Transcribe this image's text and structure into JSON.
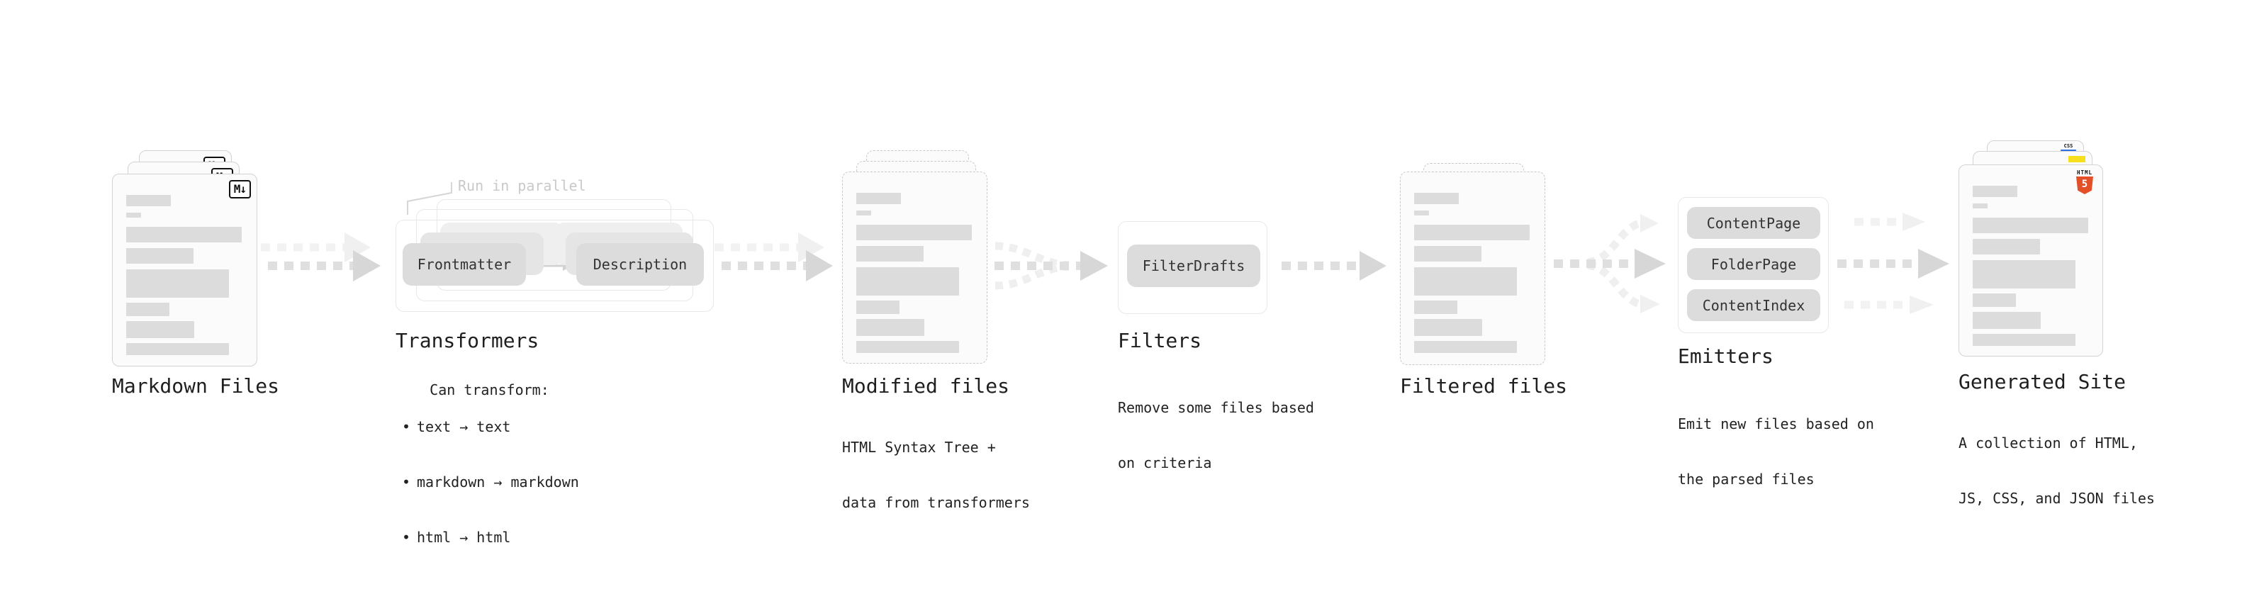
{
  "colors": {
    "background": "#ffffff",
    "doc_fill": "#fbfbfb",
    "doc_border": "#d3d3d3",
    "doc_border_dashed": "#c9c9c9",
    "placeholder_bar": "#dcdcdc",
    "pill_fill": "#dcdcdc",
    "container_border": "#e8e8e8",
    "arrow_gray": "#dfdfdf",
    "arrow_faint": "#f0f0f0",
    "annotation_text": "#c9c9c9",
    "title_text": "#1f1f1f",
    "body_text": "#222222",
    "html5_orange": "#e34f26",
    "js_yellow": "#f7df1e",
    "css_blue": "#2f6fe4"
  },
  "stages": [
    {
      "id": "markdown-files",
      "title": "Markdown Files",
      "icon_label": "M↓"
    },
    {
      "id": "transformers",
      "title": "Transformers",
      "annotation": "Run in parallel",
      "nodes": [
        "Frontmatter",
        "Description"
      ],
      "desc_heading": "Can transform:",
      "bullet_char": "•",
      "bullets": [
        "text → text",
        "markdown → markdown",
        "html → html"
      ]
    },
    {
      "id": "modified-files",
      "title": "Modified files",
      "desc_lines": [
        "HTML Syntax Tree +",
        "data from transformers"
      ]
    },
    {
      "id": "filters",
      "title": "Filters",
      "nodes": [
        "FilterDrafts"
      ],
      "desc_lines": [
        "Remove some files based",
        "on criteria"
      ]
    },
    {
      "id": "filtered-files",
      "title": "Filtered files"
    },
    {
      "id": "emitters",
      "title": "Emitters",
      "nodes": [
        "ContentPage",
        "FolderPage",
        "ContentIndex"
      ],
      "desc_lines": [
        "Emit new files based on",
        "the parsed files"
      ]
    },
    {
      "id": "generated-site",
      "title": "Generated Site",
      "badges": {
        "css": "CSS",
        "html_word": "HTML",
        "html_number": "5"
      },
      "desc_lines": [
        "A collection of HTML,",
        "JS, CSS, and JSON files"
      ]
    }
  ]
}
